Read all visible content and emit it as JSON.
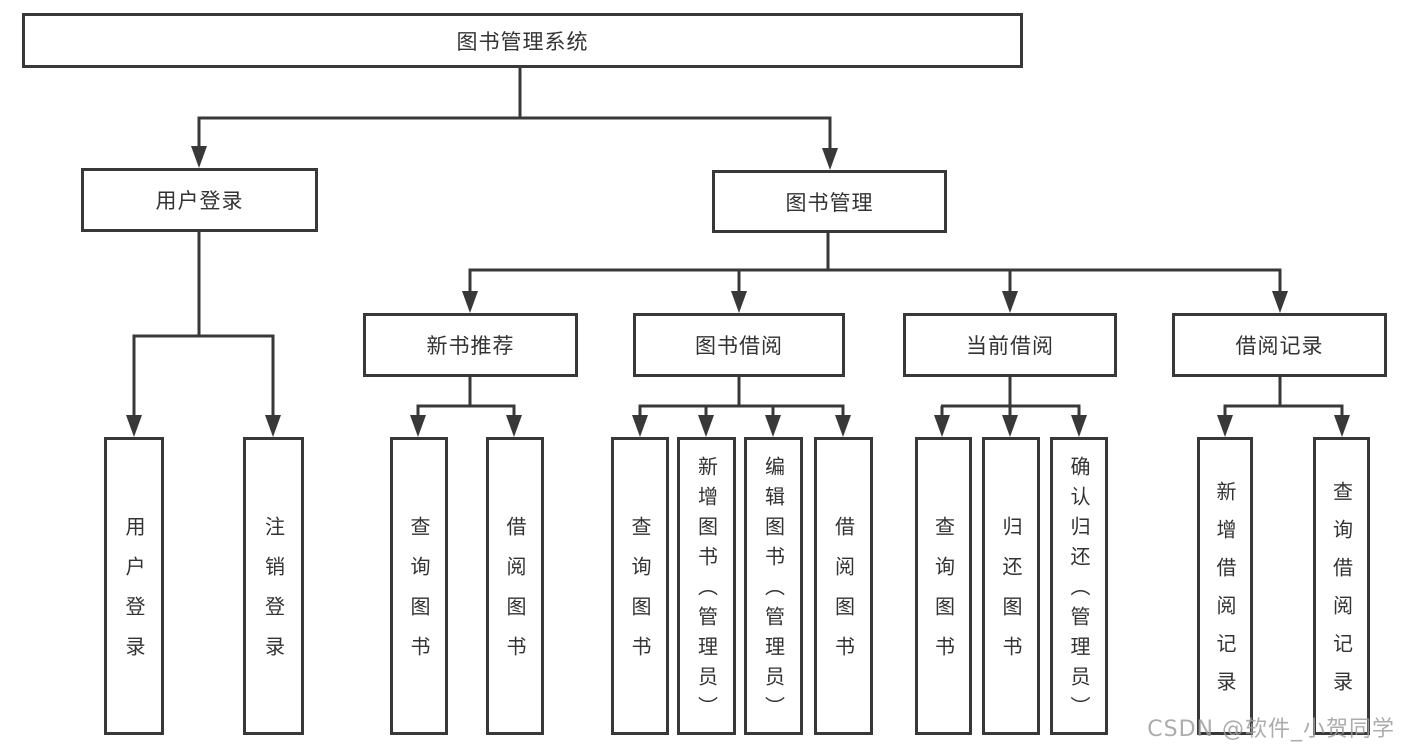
{
  "tree": {
    "root": {
      "label": "图书管理系统"
    },
    "branches": [
      {
        "label": "用户登录",
        "children": [
          {
            "label": "用户登录"
          },
          {
            "label": "注销登录"
          }
        ]
      },
      {
        "label": "图书管理",
        "children": [
          {
            "label": "新书推荐",
            "children": [
              {
                "label": "查询图书"
              },
              {
                "label": "借阅图书"
              }
            ]
          },
          {
            "label": "图书借阅",
            "children": [
              {
                "label": "查询图书"
              },
              {
                "label": "新增图书（管理员）"
              },
              {
                "label": "编辑图书（管理员）"
              },
              {
                "label": "借阅图书"
              }
            ]
          },
          {
            "label": "当前借阅",
            "children": [
              {
                "label": "查询图书"
              },
              {
                "label": "归还图书"
              },
              {
                "label": "确认归还（管理员）"
              }
            ]
          },
          {
            "label": "借阅记录",
            "children": [
              {
                "label": "新增借阅记录"
              },
              {
                "label": "查询借阅记录"
              }
            ]
          }
        ]
      }
    ]
  },
  "watermark": {
    "text": "CSDN @软件_小贺同学"
  },
  "colors": {
    "line": "#383838",
    "text": "#333333",
    "watermark": "#9e9e9e",
    "background": "#ffffff"
  }
}
